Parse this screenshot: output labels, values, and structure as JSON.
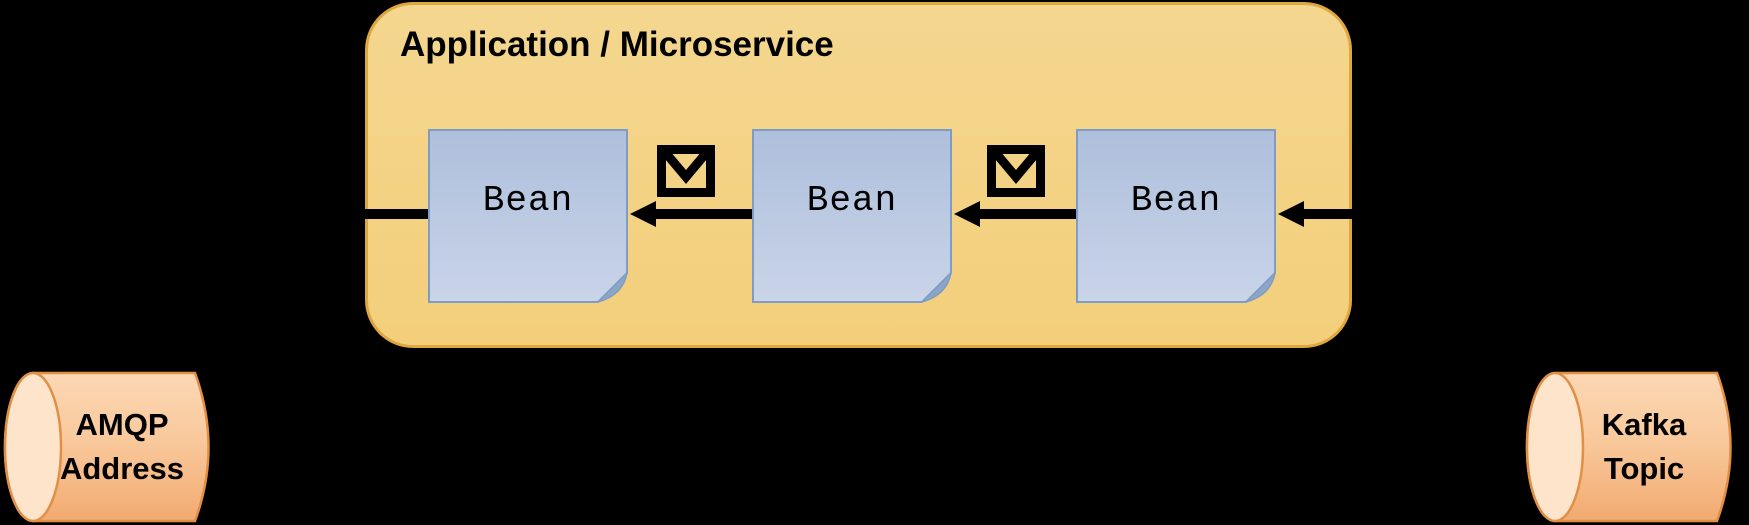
{
  "colors": {
    "canvas-bg": "#000000",
    "box-fill-top": "#f4d68f",
    "box-fill-bottom": "#f3cf7b",
    "box-border": "#dfa73f",
    "bean-fill-top": "#aebfdc",
    "bean-fill-bottom": "#c9d4e8",
    "bean-border": "#7f9dc4",
    "bean-fold": "#8da5c6",
    "cylinder-cap": "#fde4ca",
    "cylinder-border": "#e08f45",
    "connector": "#000000",
    "text": "#000000"
  },
  "application": {
    "title": "Application / Microservice",
    "beans": [
      {
        "label": "Bean"
      },
      {
        "label": "Bean"
      },
      {
        "label": "Bean"
      }
    ]
  },
  "stores": {
    "left": {
      "line1": "AMQP",
      "line2": "Address"
    },
    "right": {
      "line1": "Kafka",
      "line2": "Topic"
    }
  },
  "icons": {
    "envelope": "message-envelope",
    "arrow": "left-pointing-message-flow-arrow"
  }
}
